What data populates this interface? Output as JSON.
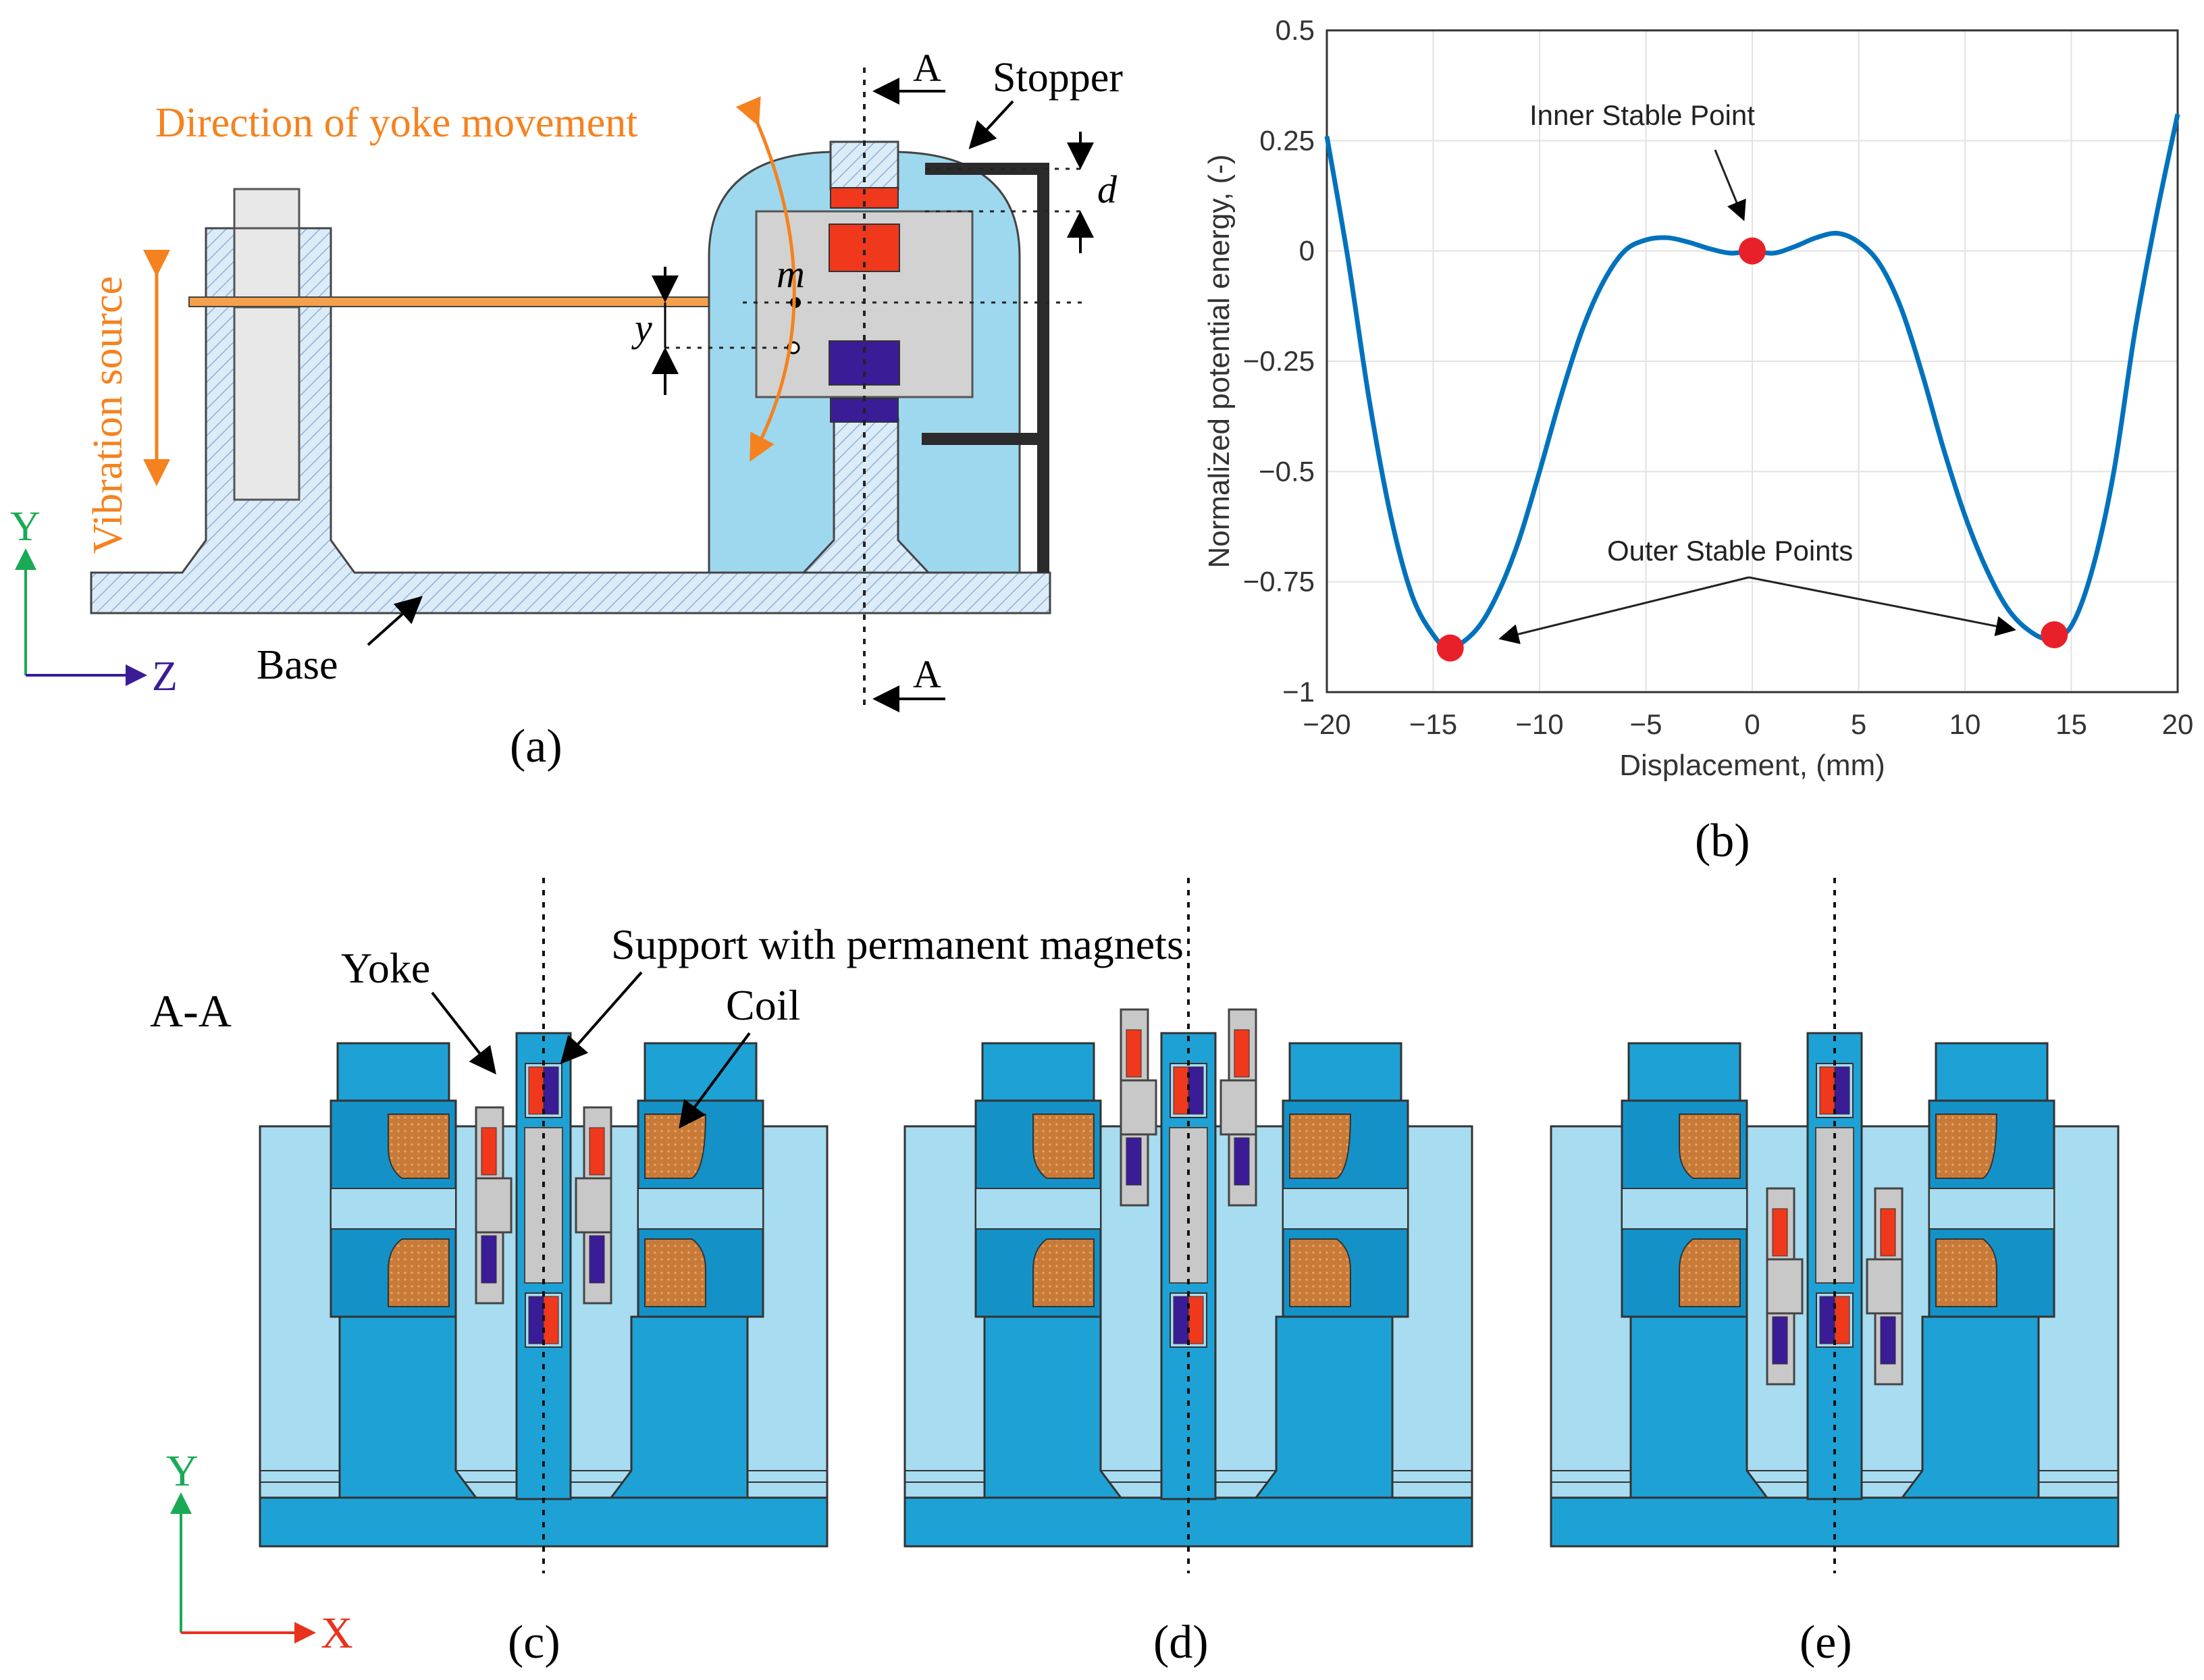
{
  "panel_a": {
    "caption": "(a)",
    "direction_label": "Direction of yoke movement",
    "vibration_label": "Vibration source",
    "stopper_label": "Stopper",
    "base_label": "Base",
    "section_label": "A",
    "mass_label": "m",
    "d_label": "d",
    "y_label": "y",
    "axis_vertical": "Y",
    "axis_horizontal": "Z"
  },
  "panel_b": {
    "caption": "(b)",
    "inner_label": "Inner Stable Point",
    "outer_label": "Outer Stable Points"
  },
  "panel_cde": {
    "section_title": "A-A",
    "yoke_label": "Yoke",
    "support_label": "Support with permanent magnets",
    "coil_label": "Coil",
    "caption_c": "(c)",
    "caption_d": "(d)",
    "caption_e": "(e)",
    "axis_vertical": "Y",
    "axis_horizontal": "X"
  },
  "colors": {
    "light_blue": "#a8dcf0",
    "mid_blue": "#1ea2d6",
    "dark_blue": "#1492c8",
    "coil": "#c87a38",
    "magnet_red": "#f0381c",
    "magnet_purple": "#3a1c96",
    "yoke_gray": "#c8c8c8",
    "orange": "#f5821f",
    "curve": "#0072bd",
    "stable_point": "#e8202a"
  },
  "chart_data": {
    "type": "line",
    "xlabel": "Displacement, (mm)",
    "ylabel": "Normalized potential energy, (-)",
    "xlim": [
      -20,
      20
    ],
    "ylim": [
      -1,
      0.5
    ],
    "xticks": [
      -20,
      -15,
      -10,
      -5,
      0,
      5,
      10,
      15,
      20
    ],
    "xtick_labels": [
      "−20",
      "−15",
      "−10",
      "−5",
      "0",
      "5",
      "10",
      "15",
      "20"
    ],
    "yticks": [
      0.5,
      0.25,
      0,
      -0.25,
      -0.5,
      -0.75,
      -1
    ],
    "ytick_labels": [
      "0.5",
      "0.25",
      "0",
      "−0.25",
      "−0.5",
      "−0.75",
      "−1"
    ],
    "grid": true,
    "series": [
      {
        "x": [
          -20,
          -19,
          -18,
          -17,
          -16,
          -15,
          -14.2,
          -13,
          -12,
          -11,
          -10,
          -9,
          -8,
          -7,
          -6,
          -5,
          -4,
          -3,
          -2,
          -1,
          0,
          1,
          2,
          3,
          4,
          5,
          6,
          7,
          8,
          9,
          10,
          11,
          12,
          13,
          14,
          15,
          16,
          17,
          18,
          19,
          20
        ],
        "y": [
          0.26,
          -0.02,
          -0.34,
          -0.6,
          -0.78,
          -0.87,
          -0.9,
          -0.86,
          -0.78,
          -0.66,
          -0.5,
          -0.33,
          -0.18,
          -0.07,
          0.0,
          0.025,
          0.03,
          0.02,
          0.005,
          -0.005,
          0.0,
          -0.005,
          0.01,
          0.03,
          0.04,
          0.02,
          -0.03,
          -0.13,
          -0.28,
          -0.45,
          -0.6,
          -0.72,
          -0.81,
          -0.86,
          -0.88,
          -0.85,
          -0.72,
          -0.5,
          -0.18,
          0.08,
          0.31
        ]
      }
    ],
    "points": [
      {
        "x": -14.2,
        "y": -0.9
      },
      {
        "x": 0,
        "y": 0
      },
      {
        "x": 14.2,
        "y": -0.87
      }
    ]
  }
}
